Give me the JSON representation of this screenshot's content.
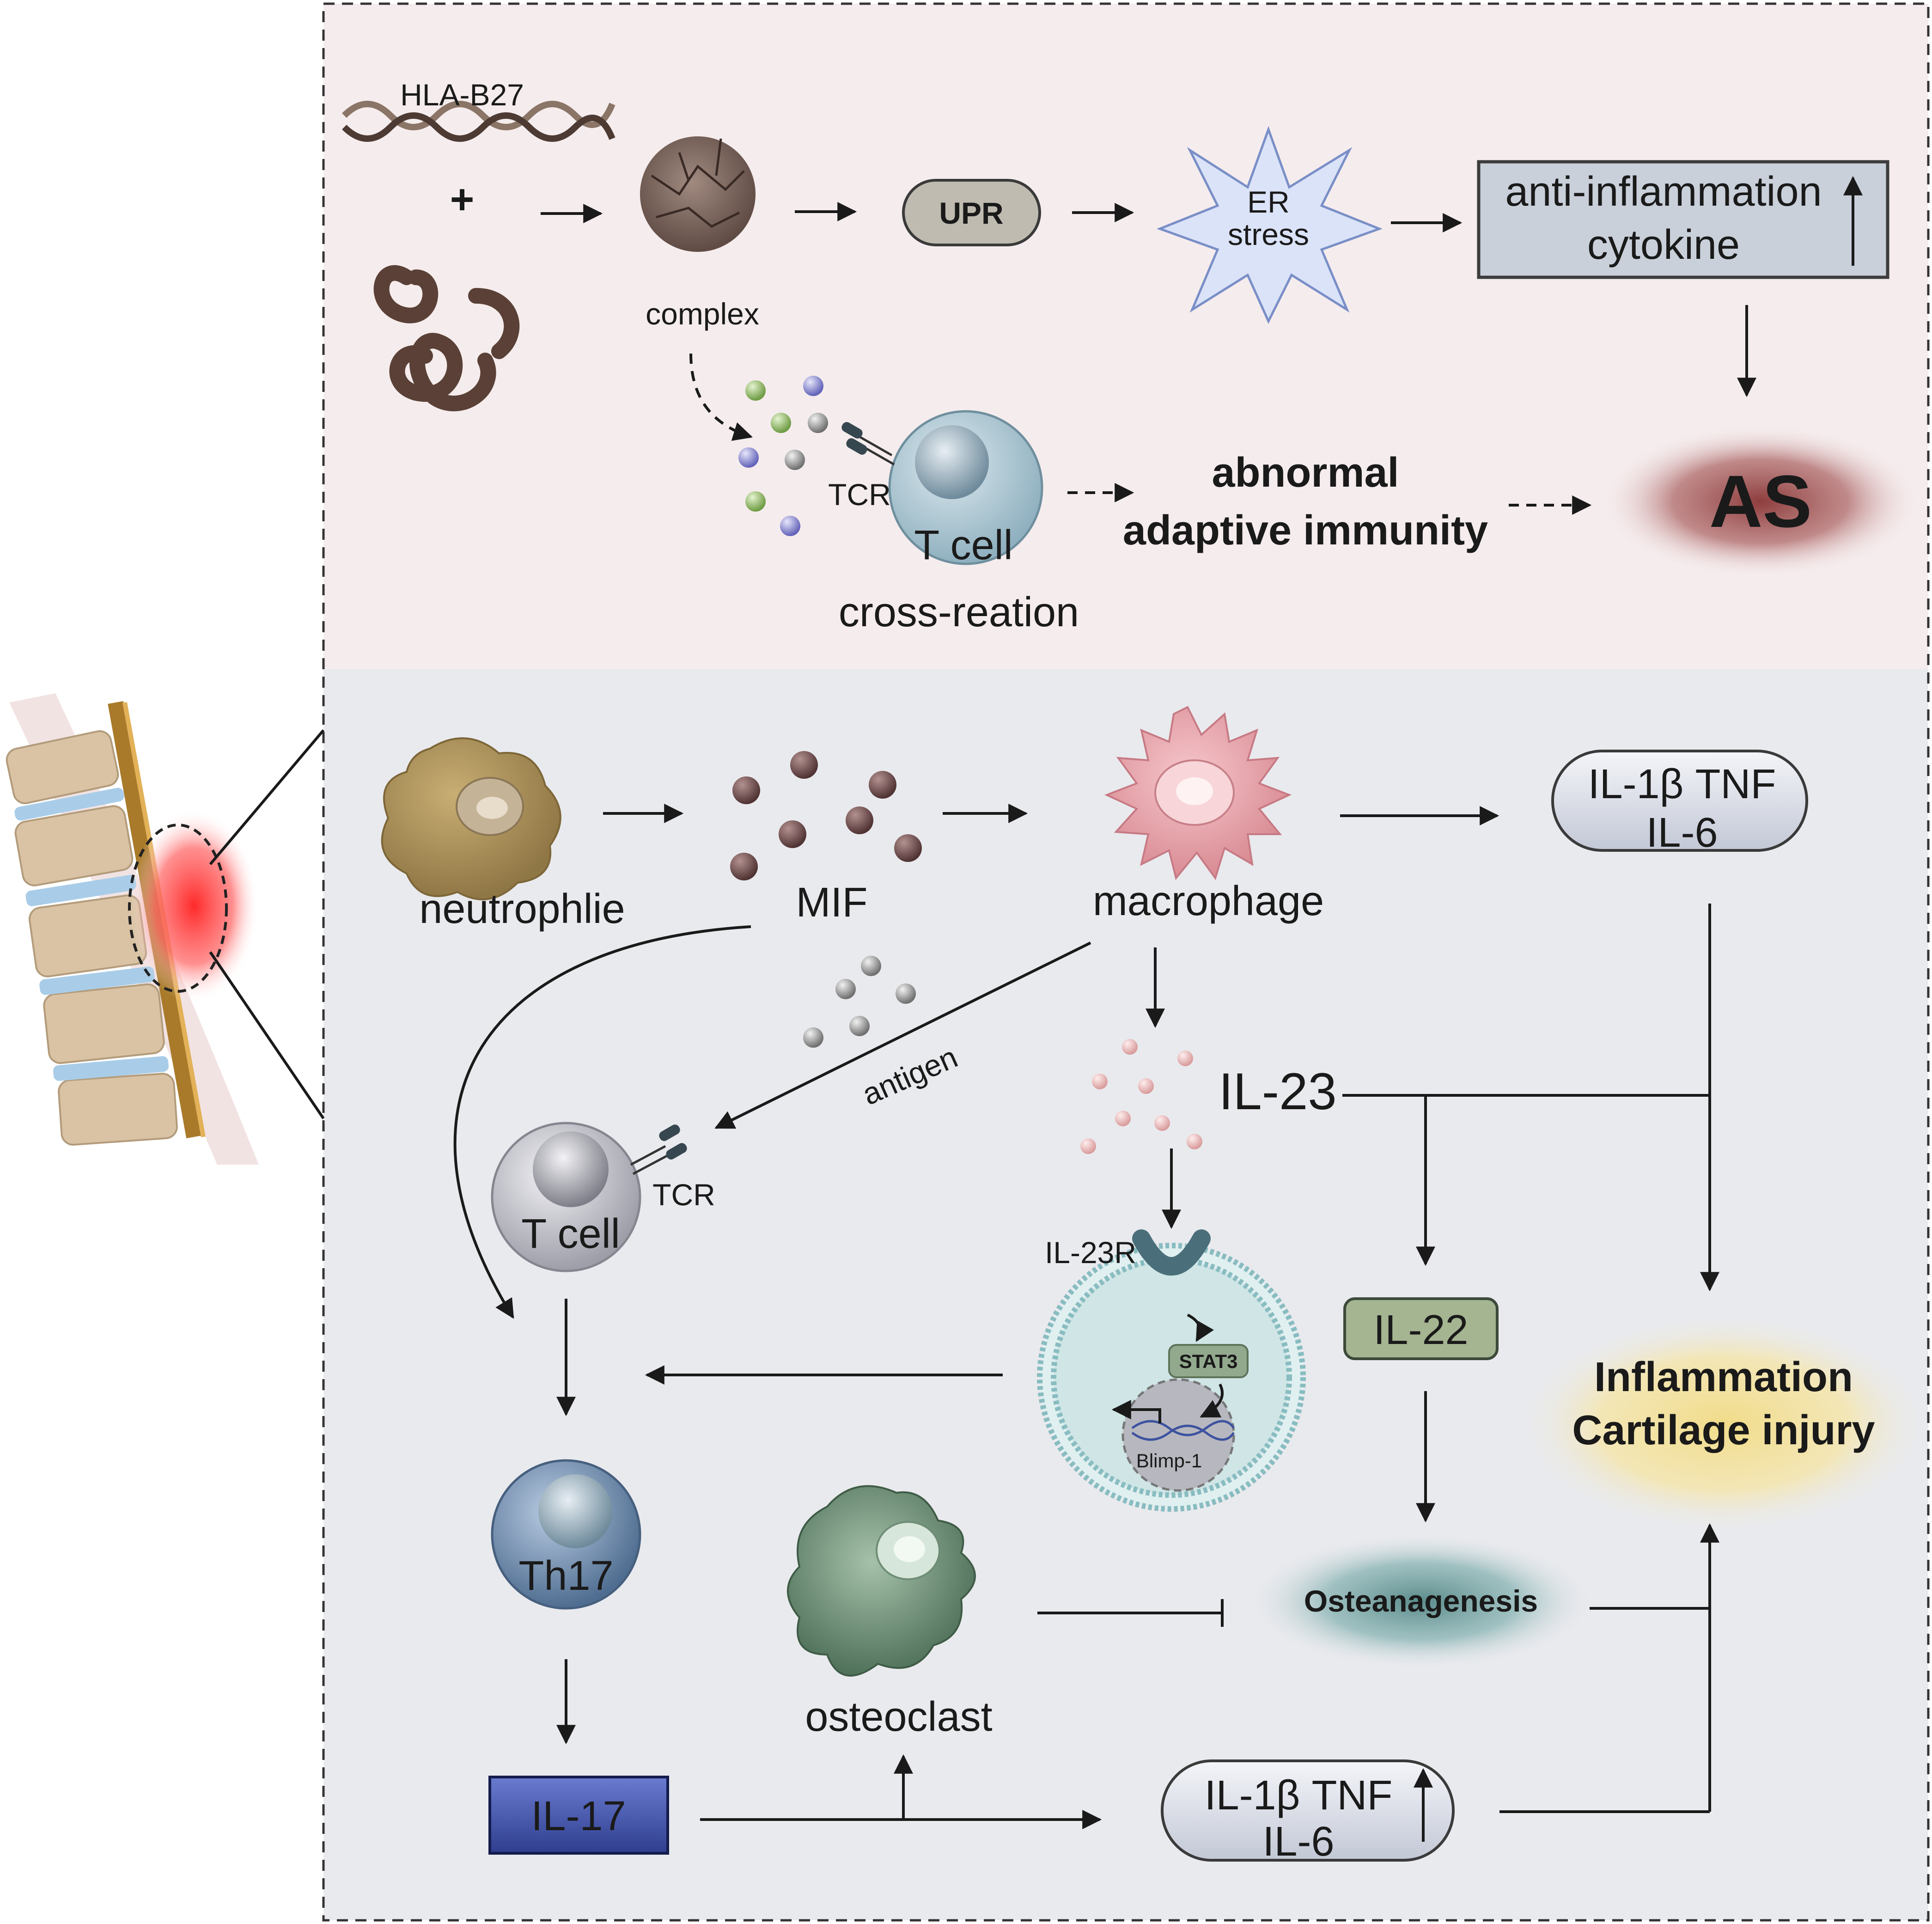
{
  "top": {
    "gene_label": "HLA-B27",
    "plus": "+",
    "complex_label": "complex",
    "upr_label": "UPR",
    "er_label_1": "ER",
    "er_label_2": "stress",
    "anti_label_1": "anti-inflammation",
    "anti_label_2": "cytokine",
    "tcr_label": "TCR",
    "tcell_label": "T cell",
    "cross_label": "cross-reation",
    "abnormal_1": "abnormal",
    "abnormal_2": "adaptive immunity",
    "as_label": "AS"
  },
  "bottom": {
    "neutrophil_label": "neutrophlie",
    "mif_label": "MIF",
    "macrophage_label": "macrophage",
    "cytokines_top_1": "IL-1β TNF",
    "cytokines_top_2": "IL-6",
    "antigen_label": "antigen",
    "il23_label": "IL-23",
    "tcr_label": "TCR",
    "tcell_label": "T cell",
    "il23r_label": "IL-23R",
    "stat3_label": "STAT3",
    "blimp_label": "Blimp-1",
    "il22_label": "IL-22",
    "inflammation_1": "Inflammation",
    "inflammation_2": "Cartilage injury",
    "th17_label": "Th17",
    "osteoclast_label": "osteoclast",
    "osteo_label": "Osteanagenesis",
    "il17_label": "IL-17",
    "cytokines_bot_1": "IL-1β TNF",
    "cytokines_bot_2": "IL-6"
  },
  "colors": {
    "top_panel": "#f5eced",
    "bottom_panel": "#e9eaee",
    "upr": "#bfbbb0",
    "anti_box": "#c9d0da",
    "il17_box": "#3d4fa6",
    "il22_box": "#a5b491",
    "as_glow": "#a55a5a",
    "inflammation_glow": "#f3e2a1",
    "osteo_glow": "#7aa3a3"
  }
}
